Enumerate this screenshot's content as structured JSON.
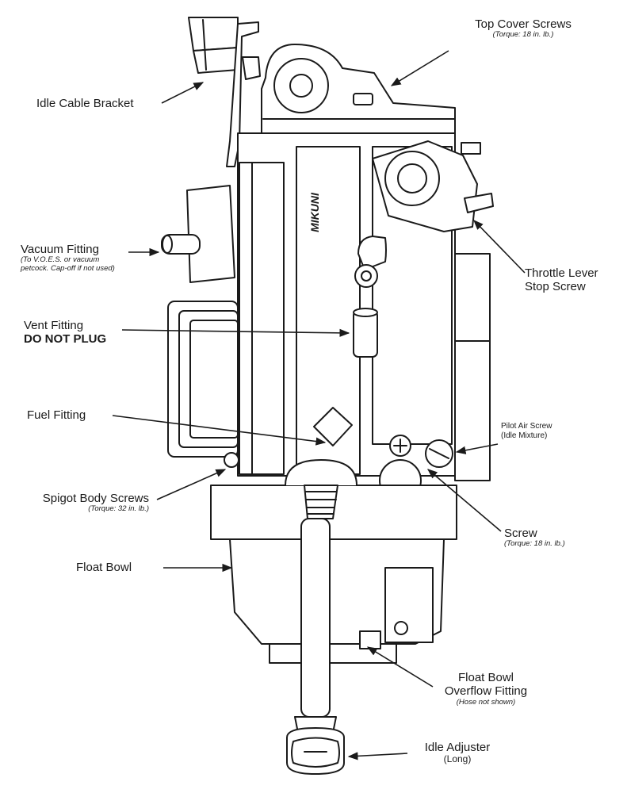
{
  "brand_mark": "MIKUNI",
  "labels": {
    "top_cover_screws": {
      "title": "Top Cover Screws",
      "note": "(Torque: 18 in. lb.)"
    },
    "idle_cable_bracket": {
      "title": "Idle Cable Bracket"
    },
    "vacuum_fitting": {
      "title": "Vacuum Fitting",
      "note_line1": "(To V.O.E.S. or vacuum",
      "note_line2": "petcock. Cap-off if not used)"
    },
    "throttle_lever_stop_screw": {
      "line1": "Throttle Lever",
      "line2": "Stop Screw"
    },
    "vent_fitting": {
      "title": "Vent Fitting",
      "warning": "DO NOT PLUG"
    },
    "fuel_fitting": {
      "title": "Fuel Fitting"
    },
    "pilot_air_screw": {
      "title": "Pilot Air Screw",
      "note": "(Idle Mixture)"
    },
    "spigot_body_screws": {
      "title": "Spigot Body Screws",
      "note": "(Torque: 32 in. lb.)"
    },
    "screw": {
      "title": "Screw",
      "note": "(Torque: 18 in. lb.)"
    },
    "float_bowl": {
      "title": "Float Bowl"
    },
    "float_bowl_overflow_fitting": {
      "line1": "Float Bowl",
      "line2": "Overflow Fitting",
      "note": "(Hose not shown)"
    },
    "idle_adjuster": {
      "title": "Idle Adjuster",
      "note": "(Long)"
    }
  }
}
